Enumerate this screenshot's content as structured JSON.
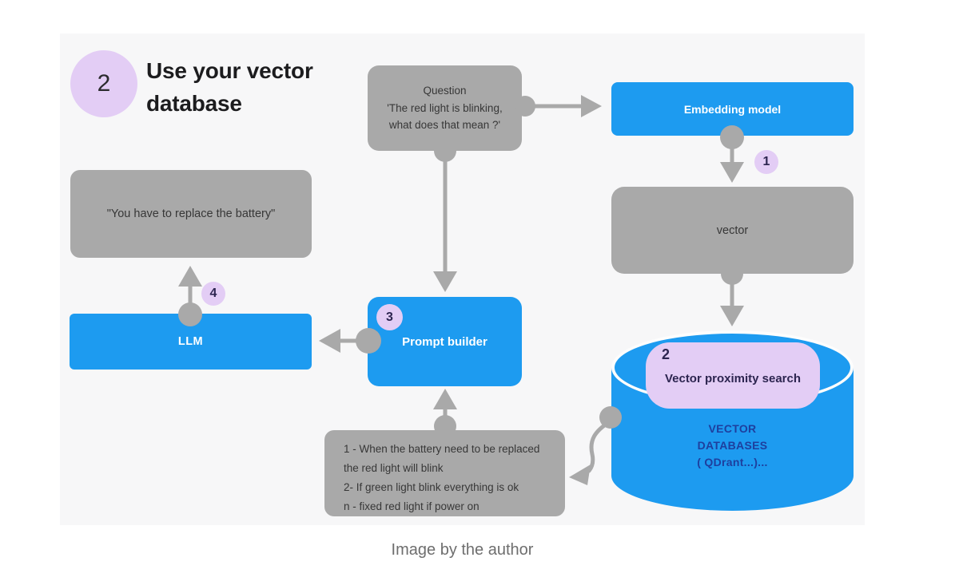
{
  "title": {
    "step_badge": "2",
    "text": "Use your vector database"
  },
  "caption": "Image by the author",
  "colors": {
    "accent_blue": "#1d9bf0",
    "box_gray": "#a9a9a9",
    "lavender": "#e3cdf5",
    "navy_text": "#1e3f9e",
    "canvas_bg": "#f7f7f8"
  },
  "nodes": {
    "question": {
      "lines": [
        "Question",
        "'The red light is blinking,",
        "what does that mean ?'"
      ]
    },
    "embedding_model": {
      "label": "Embedding model"
    },
    "vector": {
      "label": "vector"
    },
    "vector_db": {
      "badge": "2",
      "search_label": "Vector proximity search",
      "name_lines": [
        "VECTOR",
        "DATABASES",
        "( QDrant...)..."
      ]
    },
    "prompt_builder": {
      "badge": "3",
      "label": "Prompt builder"
    },
    "llm": {
      "label": "LLM"
    },
    "answer": {
      "label": "\"You have to replace the battery\""
    },
    "notes": {
      "lines": [
        "1 - When the battery need to be replaced",
        "the red light will blink",
        "2- If green light blink everything is ok",
        "n - fixed red light if power on"
      ]
    }
  },
  "step_badges": {
    "step1": "1",
    "step4": "4"
  }
}
